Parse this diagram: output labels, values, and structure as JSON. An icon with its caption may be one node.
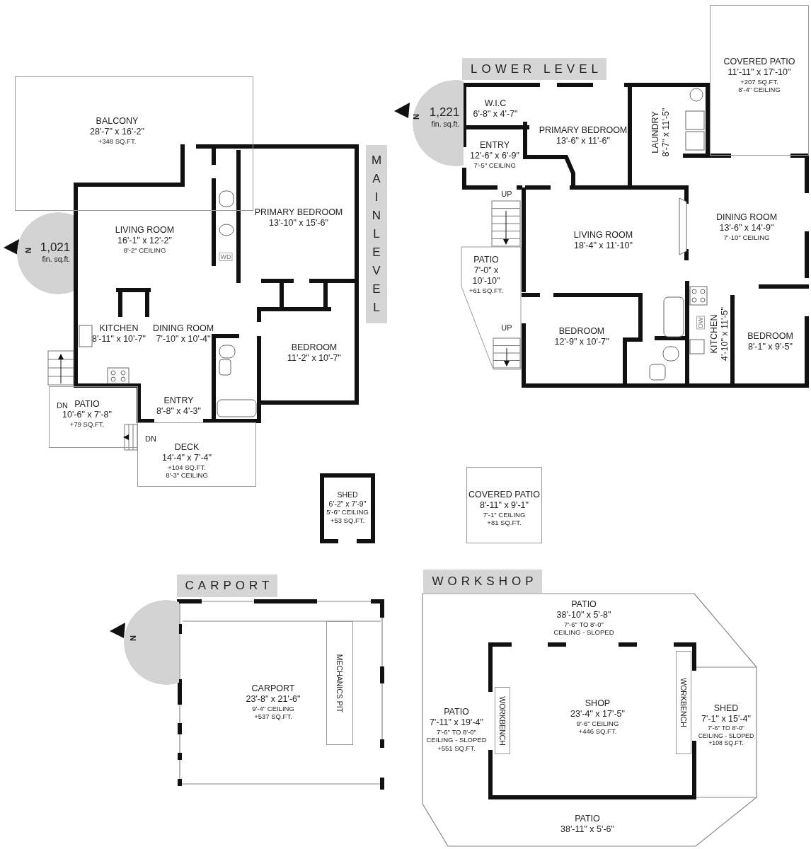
{
  "diagram": {
    "nodes": [
      {
        "text": [
          "BALCONY",
          "28'-7\" x 16'-2\"",
          "+348 SQ.FT."
        ]
      },
      {
        "text": [
          "MAIN LEVEL"
        ]
      },
      {
        "text": [
          "1,021",
          "fin. sq.ft."
        ]
      },
      {
        "text": [
          "LIVING ROOM",
          "16'-1\" x 12'-2\"",
          "8'-2\" CEILING"
        ]
      },
      {
        "text": [
          "PRIMARY BEDROOM",
          "13'-10\" x 15'-6\""
        ]
      },
      {
        "text": [
          "KITCHEN",
          "8'-11\" x 10'-7\""
        ]
      },
      {
        "text": [
          "DINING ROOM",
          "7'-10\" x 10'-4\""
        ]
      },
      {
        "text": [
          "BEDROOM",
          "11'-2\" x 10'-7\""
        ]
      },
      {
        "text": [
          "ENTRY",
          "8'-8\" x 4'-3\""
        ]
      },
      {
        "text": [
          "PATIO",
          "10'-6\" x 7'-8\"",
          "+79 SQ.FT."
        ]
      },
      {
        "text": [
          "DECK",
          "14'-4\" x 7'-4\"",
          "+104 SQ.FT.",
          "8'-3\" CEILING"
        ]
      },
      {
        "text": [
          "COVERED PATIO",
          "11'-11\" x 17'-10\"",
          "+207 SQ.FT.",
          "8'-4\" CEILING"
        ]
      },
      {
        "text": [
          "LOWER LEVEL"
        ]
      },
      {
        "text": [
          "1,221",
          "fin. sq.ft."
        ]
      },
      {
        "text": [
          "W.I.C",
          "6'-8\" x 4'-7\""
        ]
      },
      {
        "text": [
          "PRIMARY BEDROOM",
          "13'-6\" x 11'-6\""
        ]
      },
      {
        "text": [
          "LAUNDRY",
          "8'-7\" x 11'-5\""
        ]
      },
      {
        "text": [
          "ENTRY",
          "12'-6\" x 6'-9\"",
          "7'-5\" CEILING"
        ]
      },
      {
        "text": [
          "LIVING ROOM",
          "18'-4\" x 11'-10\""
        ]
      },
      {
        "text": [
          "DINING ROOM",
          "13'-6\" x 14'-9\"",
          "7'-10\" CEILING"
        ]
      },
      {
        "text": [
          "PATIO",
          "7'-0\" x 10'-10\"",
          "+61 SQ.FT."
        ]
      },
      {
        "text": [
          "BEDROOM",
          "12'-9\" x 10'-7\""
        ]
      },
      {
        "text": [
          "KITCHEN",
          "4'-10\" x 11'-5\""
        ]
      },
      {
        "text": [
          "BEDROOM",
          "8'-1\" x 9'-5\""
        ]
      },
      {
        "text": [
          "SHED",
          "6'-2\" x 7'-9\"",
          "5'-6\" CEILING",
          "+53 SQ.FT."
        ]
      },
      {
        "text": [
          "COVERED PATIO",
          "8'-11\" x 9'-1\"",
          "7'-1\" CEILING",
          "+81 SQ.FT."
        ]
      },
      {
        "text": [
          "CARPORT"
        ]
      },
      {
        "text": [],
        "shape": "circle"
      },
      {
        "text": [
          "CARPORT",
          "23'-8\" x 21'-6\"",
          "9'-4\" CEILING",
          "+537 SQ.FT."
        ]
      },
      {
        "text": [
          "MECHANICS PIT"
        ],
        "in": 28
      },
      {
        "text": [
          "WORKSHOP"
        ]
      },
      {
        "text": [
          "PATIO",
          "38'-10\" x 5'-8\"",
          "7'-6\" TO 8'-0\"",
          "CEILING - SLOPED"
        ]
      },
      {
        "text": [
          "SHOP",
          "23'-4\" x 17'-5\"",
          "9'-6\" CEILING",
          "+446 SQ.FT."
        ]
      },
      {
        "text": [
          "WORKBENCH"
        ],
        "in": 32
      },
      {
        "text": [
          "WORKBENCH"
        ],
        "in": 32
      },
      {
        "text": [
          "PATIO",
          "7'-11\" x 19'-4\"",
          "7'-6\" TO 8'-0\"",
          "CEILING - SLOPED",
          "+551 SQ.FT."
        ]
      },
      {
        "text": [
          "SHED",
          "7'-1\" x 15'-4\"",
          "7'-6\" TO 8'-0\"",
          "CEILING - SLOPED",
          "+108 SQ.FT."
        ]
      },
      {
        "text": [
          "PATIO",
          "38'-11\" x 5'-6\""
        ]
      }
    ],
    "labels": [
      "N",
      "UP",
      "N",
      "WD",
      "DW",
      "UP",
      "DN",
      "DN",
      "N"
    ]
  }
}
